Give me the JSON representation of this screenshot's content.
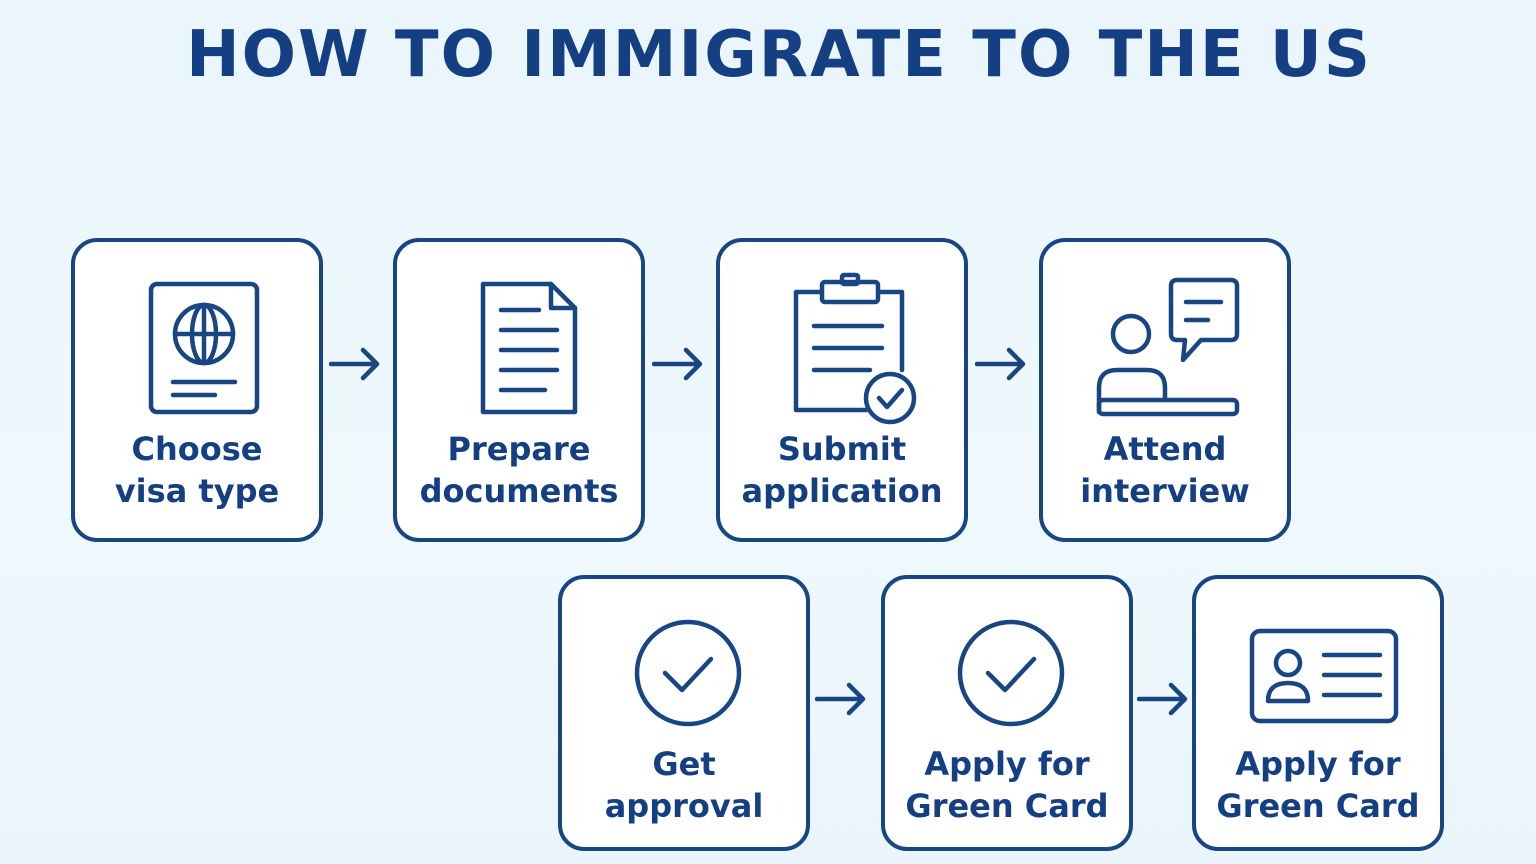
{
  "title": "HOW TO IMMIGRATE TO THE US",
  "colors": {
    "primary": "#174683",
    "background": "#eaf6fc",
    "card": "#ffffff"
  },
  "steps": [
    {
      "icon": "passport-icon",
      "line1": "Choose",
      "line2": "visa type"
    },
    {
      "icon": "document-icon",
      "line1": "Prepare",
      "line2": "documents"
    },
    {
      "icon": "clipboard-check-icon",
      "line1": "Submit",
      "line2": "application"
    },
    {
      "icon": "interview-icon",
      "line1": "Attend",
      "line2": "interview"
    },
    {
      "icon": "check-circle-icon",
      "line1": "Get",
      "line2": "approval"
    },
    {
      "icon": "check-circle-icon",
      "line1": "Apply for",
      "line2": "Green Card"
    },
    {
      "icon": "id-card-icon",
      "line1": "Apply for",
      "line2": "Green Card"
    }
  ]
}
